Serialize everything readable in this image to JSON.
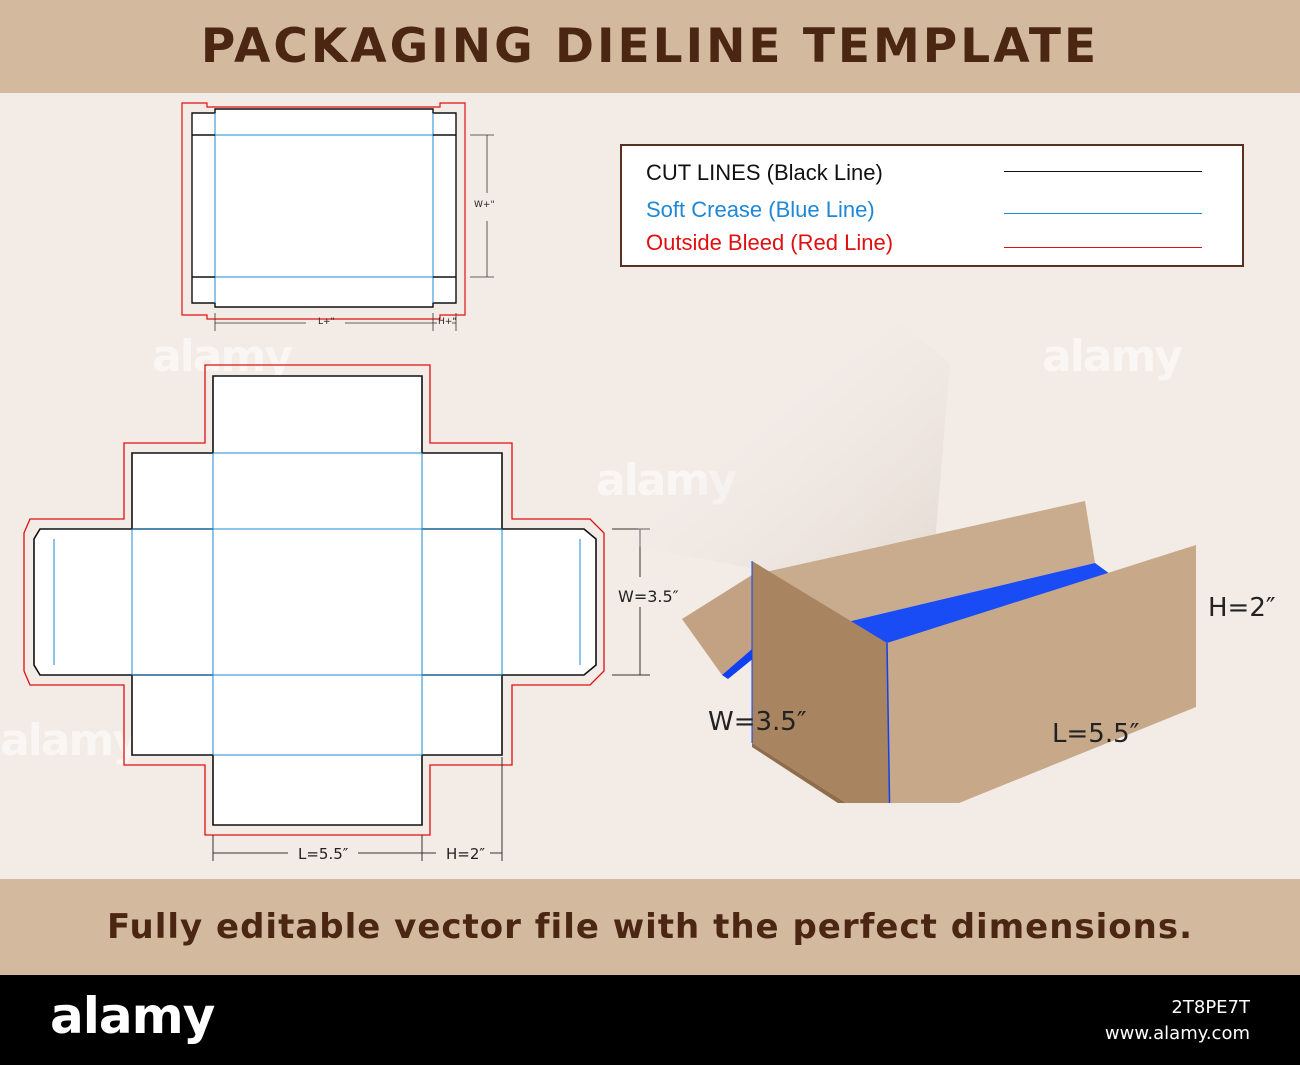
{
  "header": {
    "title": "PACKAGING DIELINE TEMPLATE"
  },
  "legend": {
    "items": [
      {
        "label": "CUT LINES (Black Line)",
        "color": "#111111"
      },
      {
        "label": "Soft Crease (Blue Line)",
        "color": "#1e88d6"
      },
      {
        "label": "Outside Bleed (Red Line)",
        "color": "#e01010"
      }
    ]
  },
  "small_dieline": {
    "width_label": "W+\"",
    "length_label": "L+\"",
    "height_label": "H+\""
  },
  "large_dieline": {
    "width_label": "W=3.5″",
    "length_label": "L=5.5″",
    "height_label": "H=2″"
  },
  "box_3d": {
    "width_label": "W=3.5″",
    "length_label": "L=5.5″",
    "height_label": "H=2″"
  },
  "colors": {
    "banner": "#d3b99d",
    "title_text": "#4a2613",
    "background": "#f3ebe6",
    "cardboard": "#c7a98a",
    "cardboard_dark": "#a98460",
    "interior_blue": "#1040f0"
  },
  "tagline": "Fully editable vector file with the perfect dimensions.",
  "footer": {
    "brand": "alamy",
    "image_id": "2T8PE7T",
    "site": "www.alamy.com"
  },
  "watermark": "alamy"
}
